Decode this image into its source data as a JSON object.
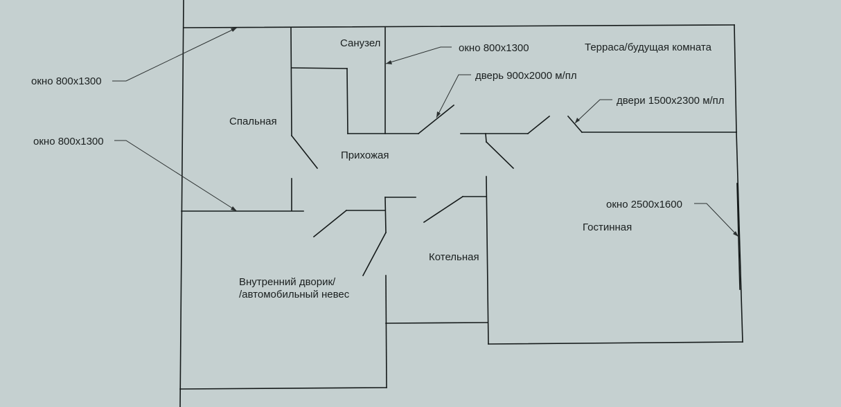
{
  "rooms": {
    "bathroom": "Санузел",
    "bedroom": "Спальная",
    "hallway": "Прихожая",
    "terrace": "Терраса/будущая комната",
    "living_room": "Гостинная",
    "boiler_room": "Котельная",
    "courtyard_line1": "Внутренний дворик/",
    "courtyard_line2": "/автомобильный невес"
  },
  "annotations": {
    "window_bedroom_top": "окно 800x1300",
    "window_bedroom_bottom": "окно 800x1300",
    "window_bathroom": "окно 800x1300",
    "door_hallway": "дверь 900x2000 м/пл",
    "doors_terrace": "двери 1500x2300 м/пл",
    "window_living_room": "окно 2500x1600"
  },
  "colors": {
    "background": "#c5d0d0",
    "walls": "#151a1a",
    "text": "#1a1f1f"
  }
}
